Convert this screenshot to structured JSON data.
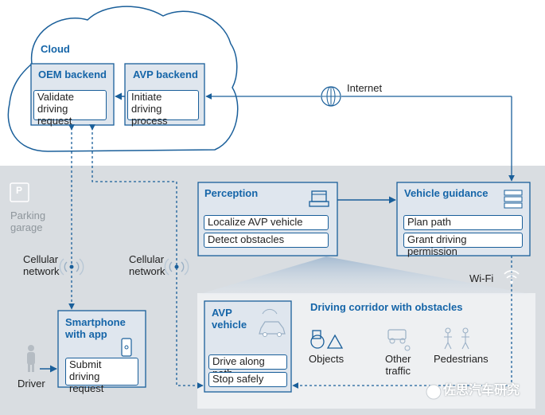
{
  "cloud": {
    "title": "Cloud",
    "oem_backend": {
      "title": "OEM backend",
      "action": "Validate\ndriving request"
    },
    "avp_backend": {
      "title": "AVP backend",
      "action": "Initiate driving\nprocess"
    }
  },
  "internet_label": "Internet",
  "garage": {
    "label": "Parking\ngarage",
    "sign": "P"
  },
  "perception": {
    "title": "Perception",
    "actions": [
      "Localize AVP vehicle",
      "Detect obstacles"
    ]
  },
  "vehicle_guidance": {
    "title": "Vehicle guidance",
    "actions": [
      "Plan path",
      "Grant driving permission"
    ]
  },
  "cellular_network_label": "Cellular\nnetwork",
  "wifi_label": "Wi-Fi",
  "smartphone": {
    "title": "Smartphone\nwith app",
    "action": "Submit\ndriving request"
  },
  "driver_label": "Driver",
  "avp_vehicle": {
    "title": "AVP\nvehicle",
    "actions": [
      "Drive along path",
      "Stop safely"
    ]
  },
  "corridor": {
    "title": "Driving corridor with obstacles",
    "objects": "Objects",
    "other_traffic": "Other\ntraffic",
    "pedestrians": "Pedestrians"
  },
  "watermark": "佐思汽车研究",
  "colors": {
    "accent": "#1565a8",
    "line": "#1a5f9a",
    "box_fill": "#dfe6ee",
    "garage_fill": "#d9dde1"
  }
}
